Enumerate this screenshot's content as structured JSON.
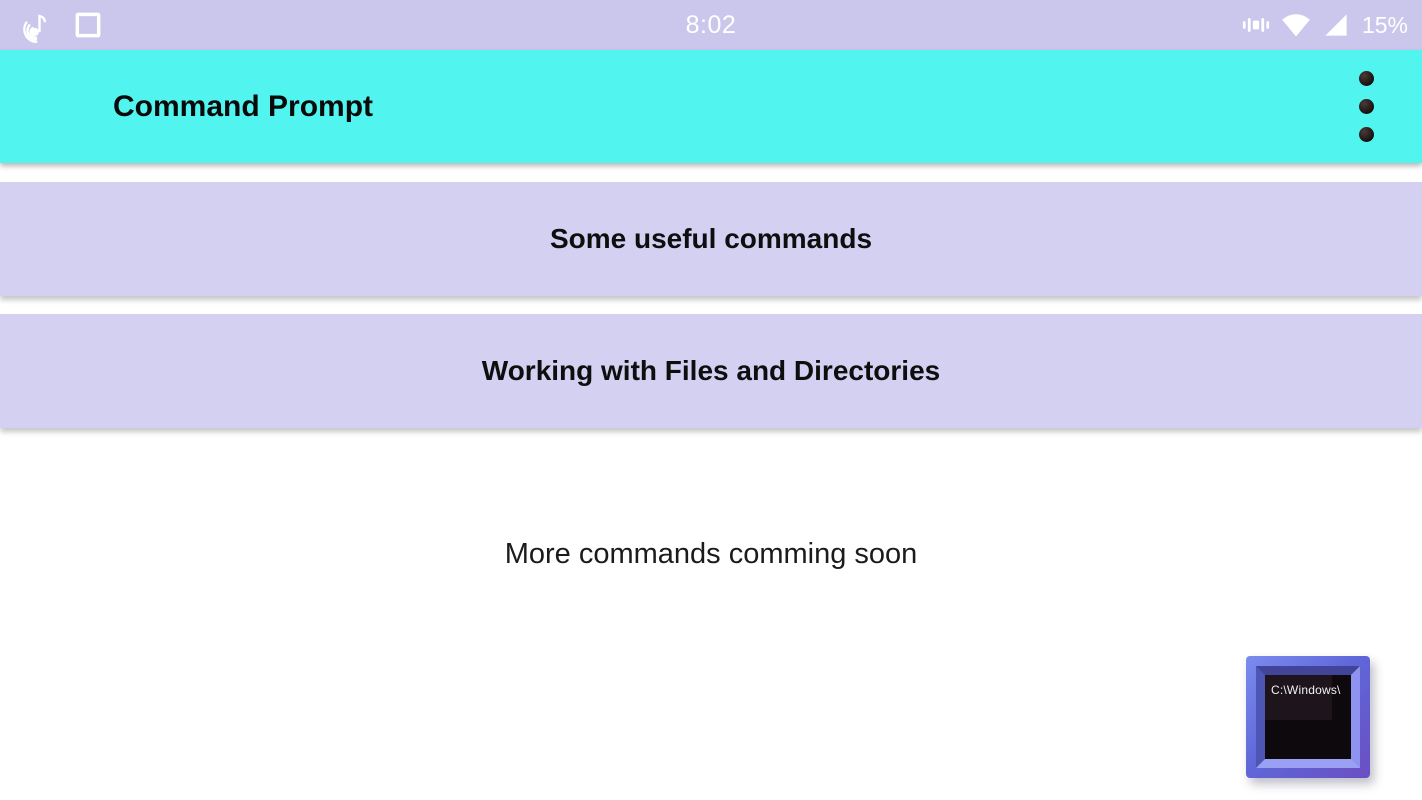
{
  "status_bar": {
    "time": "8:02",
    "battery_percent": "15%",
    "icons_left": [
      "music-note-icon",
      "screenshot-frame-icon"
    ],
    "icons_right": [
      "vibrate-icon",
      "wifi-icon",
      "cell-signal-icon"
    ]
  },
  "app_bar": {
    "title": "Command Prompt",
    "menu_icon": "overflow-menu-icon"
  },
  "menu_buttons": [
    {
      "label": "Some useful commands"
    },
    {
      "label": "Working with Files and Directories"
    }
  ],
  "body_text": {
    "coming_soon": "More commands comming soon"
  },
  "floating_icon": {
    "label": "C:\\Windows\\"
  },
  "colors": {
    "status_bar_bg": "#cbc7ec",
    "app_bar_bg": "#52f4f0",
    "button_bg": "#d3d0f2",
    "page_bg": "#ffffff",
    "icon_frame_blue": "#6a6fd8",
    "text_black": "#0e0e0e",
    "status_text_white": "#ffffff"
  }
}
